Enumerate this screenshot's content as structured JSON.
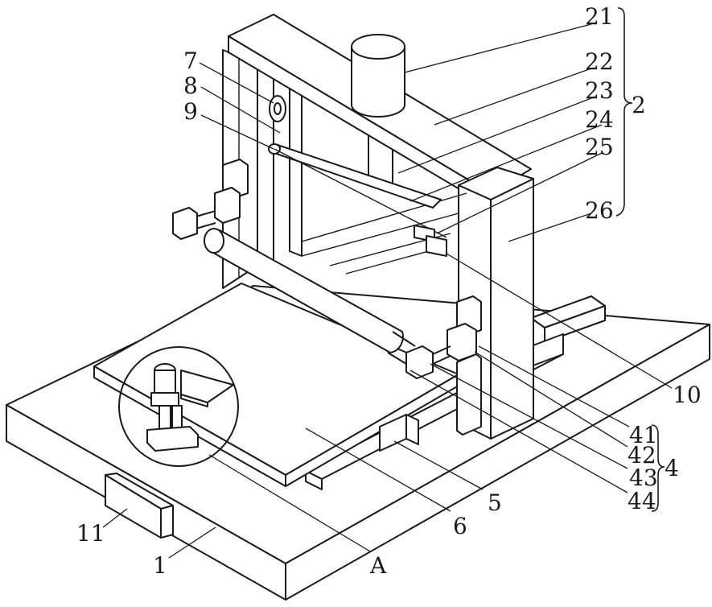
{
  "labels": {
    "l1": "1",
    "l2": "2",
    "l4": "4",
    "l5": "5",
    "l6": "6",
    "l7": "7",
    "l8": "8",
    "l9": "9",
    "l10": "10",
    "l11": "11",
    "l21": "21",
    "l22": "22",
    "l23": "23",
    "l24": "24",
    "l25": "25",
    "l26": "26",
    "l41": "41",
    "l42": "42",
    "l43": "43",
    "l44": "44",
    "lA": "A"
  }
}
